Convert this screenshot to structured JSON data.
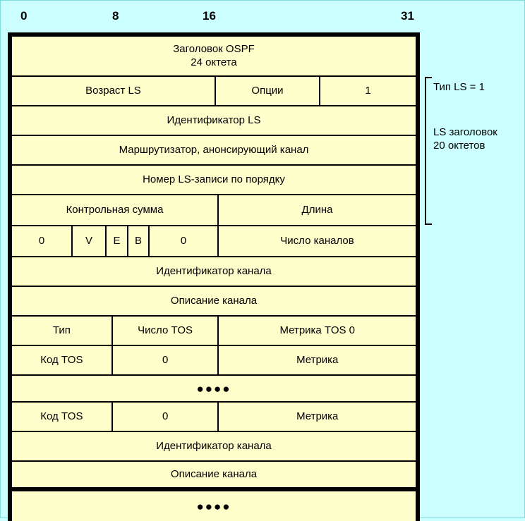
{
  "diagram": {
    "title": "OSPF Router-LSA packet format",
    "colors": {
      "background": "#ccffff",
      "cell_fill": "#ffffcc",
      "border": "#000000"
    },
    "bit_ruler": {
      "ticks": [
        "0",
        "8",
        "16",
        "31"
      ]
    },
    "rows": [
      {
        "name": "ospf-header",
        "cells": [
          {
            "label": "Заголовок OSPF\n24 октета"
          }
        ]
      },
      {
        "name": "ls-age-options-type",
        "cells": [
          {
            "label": "Возраст LS"
          },
          {
            "label": "Опции"
          },
          {
            "label": "1"
          }
        ]
      },
      {
        "name": "ls-id",
        "cells": [
          {
            "label": "Идентификатор LS"
          }
        ]
      },
      {
        "name": "advertising-router",
        "cells": [
          {
            "label": "Маршрутизатор, анонсирующий  канал"
          }
        ]
      },
      {
        "name": "ls-sequence-number",
        "cells": [
          {
            "label": "Номер LS-записи по порядку"
          }
        ]
      },
      {
        "name": "checksum-length",
        "cells": [
          {
            "label": "Контрольная сумма"
          },
          {
            "label": "Длина"
          }
        ]
      },
      {
        "name": "flags-link-count",
        "cells": [
          {
            "label": "0"
          },
          {
            "label": "V"
          },
          {
            "label": "E"
          },
          {
            "label": "B"
          },
          {
            "label": "0"
          },
          {
            "label": "Число каналов"
          }
        ]
      },
      {
        "name": "link-id-1",
        "cells": [
          {
            "label": "Идентификатор канала"
          }
        ]
      },
      {
        "name": "link-data-1",
        "cells": [
          {
            "label": "Описание канала"
          }
        ]
      },
      {
        "name": "type-tos-metric",
        "cells": [
          {
            "label": "Тип"
          },
          {
            "label": "Число TOS"
          },
          {
            "label": "Метрика  TOS 0"
          }
        ]
      },
      {
        "name": "tos-code-metric-1",
        "cells": [
          {
            "label": "Код TOS"
          },
          {
            "label": "0"
          },
          {
            "label": "Метрика"
          }
        ]
      },
      {
        "name": "ellipsis-1",
        "cells": [
          {
            "label": "●●●●"
          }
        ]
      },
      {
        "name": "tos-code-metric-2",
        "cells": [
          {
            "label": "Код TOS"
          },
          {
            "label": "0"
          },
          {
            "label": "Метрика"
          }
        ]
      },
      {
        "name": "link-id-2",
        "cells": [
          {
            "label": "Идентификатор канала"
          }
        ]
      },
      {
        "name": "link-data-2",
        "cells": [
          {
            "label": "Описание канала"
          }
        ]
      },
      {
        "name": "ellipsis-2",
        "cells": [
          {
            "label": "●●●●"
          }
        ]
      }
    ],
    "annotations": {
      "ls_type": "Тип LS = 1",
      "ls_header": "LS заголовок\n20 октетов"
    }
  }
}
